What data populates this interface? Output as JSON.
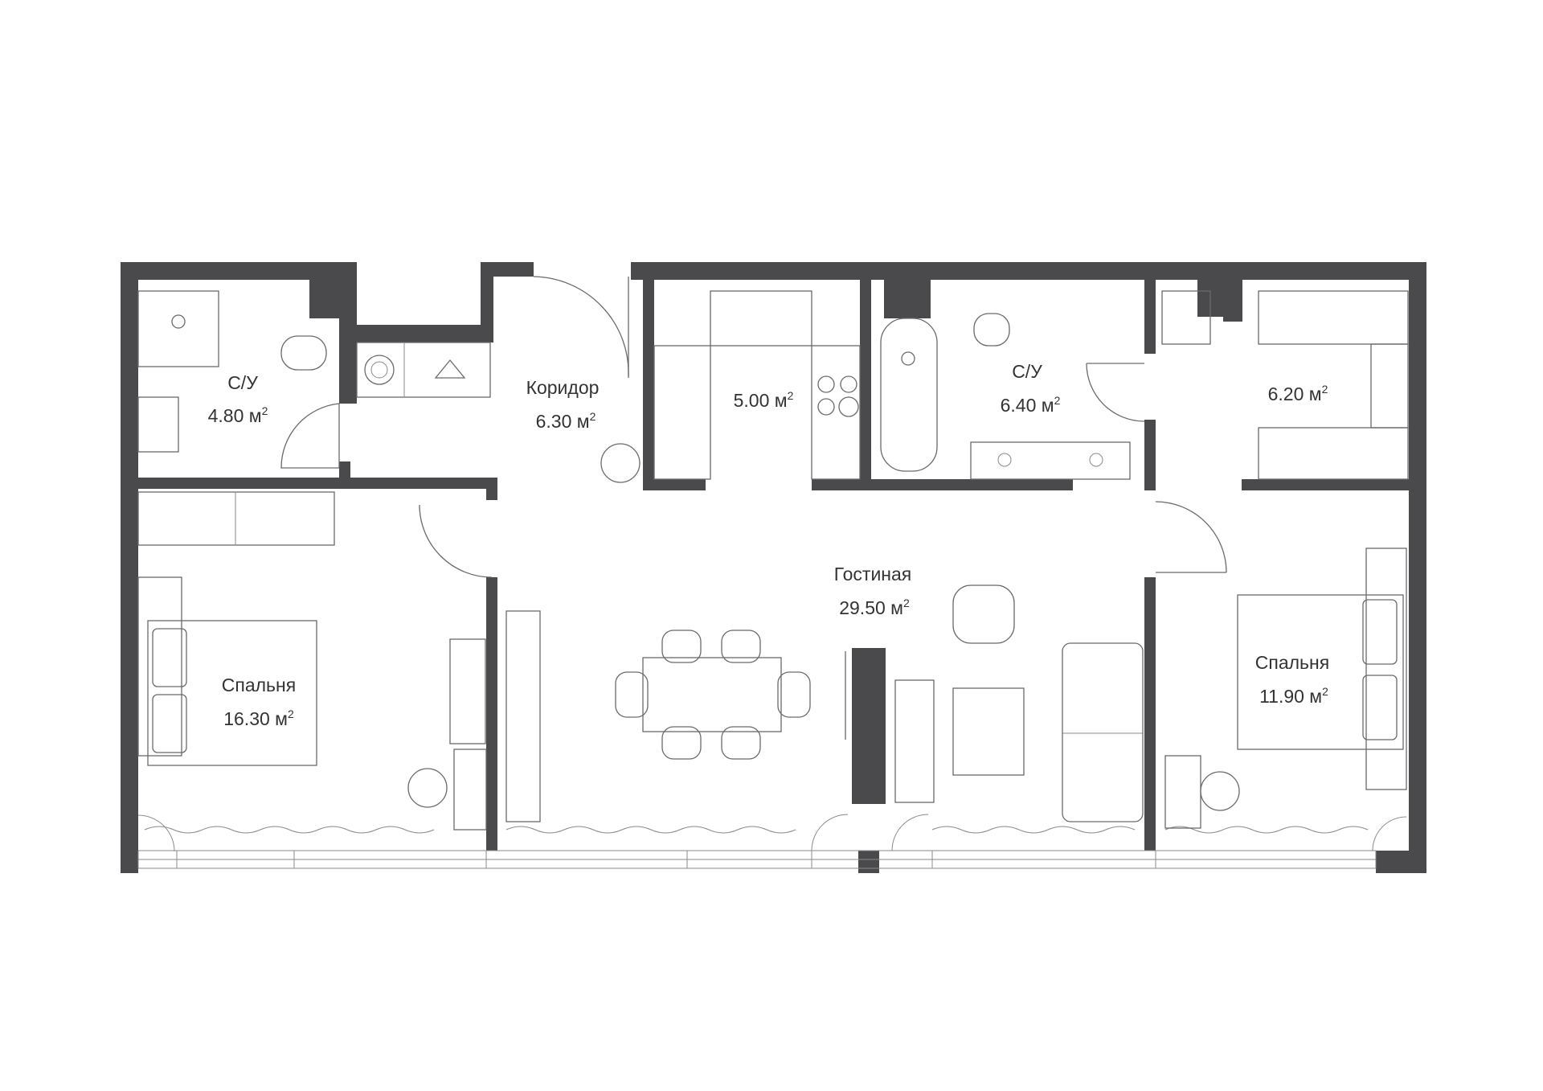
{
  "rooms": {
    "bath1": {
      "name": "С/У",
      "area": "4.80 м",
      "sup": "2"
    },
    "corridor": {
      "name": "Коридор",
      "area": "6.30 м",
      "sup": "2"
    },
    "kitchen": {
      "area": "5.00 м",
      "sup": "2"
    },
    "bath2": {
      "name": "С/У",
      "area": "6.40 м",
      "sup": "2"
    },
    "dressing": {
      "area": "6.20 м",
      "sup": "2"
    },
    "living": {
      "name": "Гостиная",
      "area": "29.50 м",
      "sup": "2"
    },
    "bedroom1": {
      "name": "Спальня",
      "area": "16.30 м",
      "sup": "2"
    },
    "bedroom2": {
      "name": "Спальня",
      "area": "11.90 м",
      "sup": "2"
    }
  },
  "colors": {
    "wall": "#4a4a4c",
    "line": "#6a6a6c",
    "text": "#333333"
  }
}
